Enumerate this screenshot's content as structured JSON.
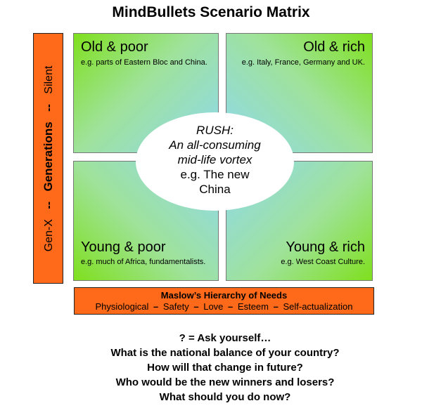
{
  "title": "MindBullets Scenario Matrix",
  "side_axis": {
    "bottom_label": "Gen-X",
    "sep1": "--",
    "center_label": "Generations",
    "sep2": "--",
    "top_label": "Silent"
  },
  "quadrants": {
    "top_left": {
      "title": "Old & poor",
      "example": "e.g. parts of Eastern Bloc and China."
    },
    "top_right": {
      "title": "Old & rich",
      "example": "e.g. Italy, France, Germany and UK."
    },
    "bottom_left": {
      "title": "Young & poor",
      "example": "e.g. much of Africa, fundamentalists."
    },
    "bottom_right": {
      "title": "Young & rich",
      "example": "e.g. West Coast Culture."
    }
  },
  "center": {
    "line1": "RUSH:",
    "line2": "An all-consuming",
    "line3": "mid-life vortex",
    "line4": "e.g. The new",
    "line5": "China"
  },
  "maslow": {
    "heading": "Maslow’s Hierarchy of Needs",
    "items": [
      "Physiological",
      "Safety",
      "Love",
      "Esteem",
      "Self-actualization"
    ],
    "separator": "–"
  },
  "questions": [
    "? = Ask yourself…",
    "What is the national balance of your country?",
    "How will that change in future?",
    "Who would be the new winners and losers?",
    "What should you do now?"
  ],
  "colors": {
    "orange_bar": "#ff6a1a",
    "green": "#7fe01e",
    "cyan": "#8fd9ee"
  }
}
